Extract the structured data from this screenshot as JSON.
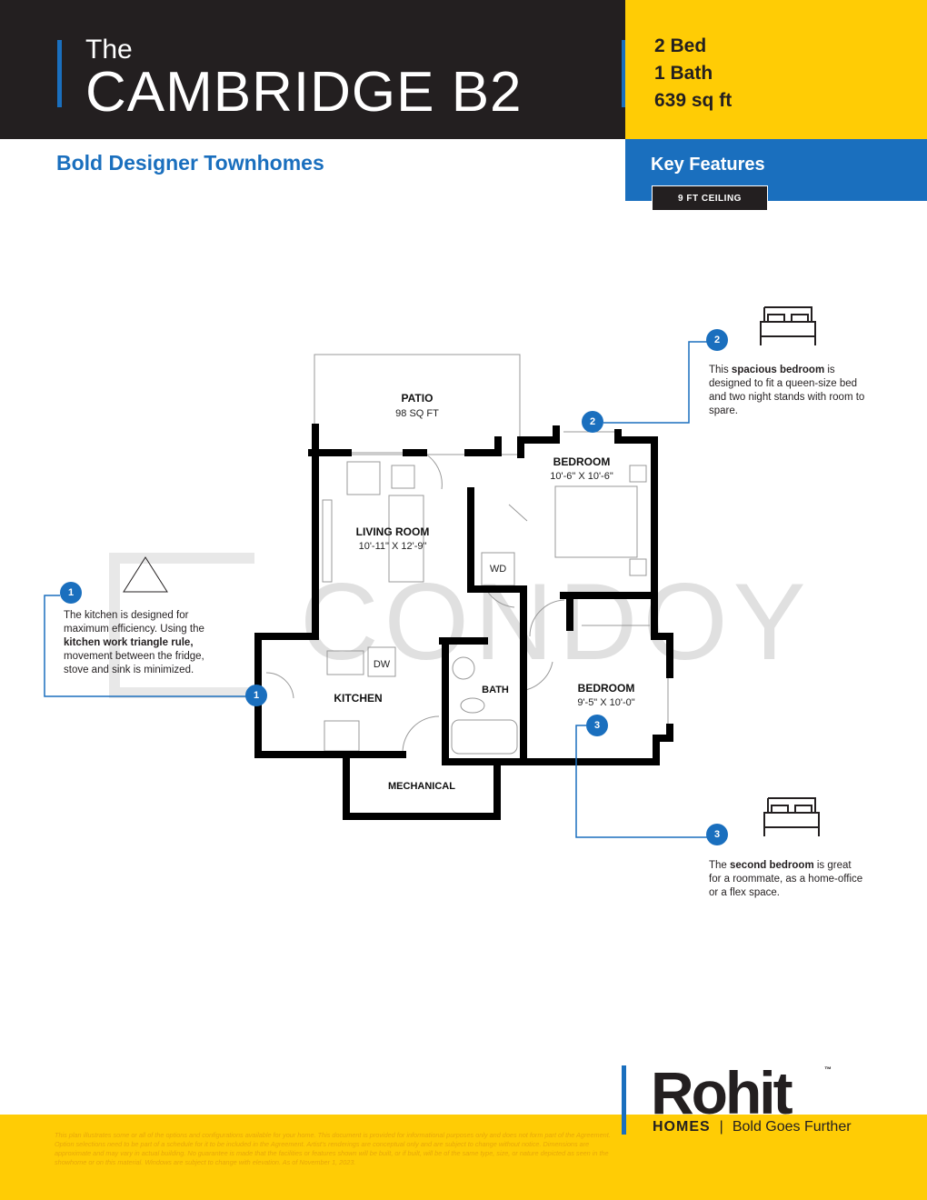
{
  "header": {
    "the": "The",
    "title": "CAMBRIDGE B2",
    "beds": "2 Bed",
    "baths": "1 Bath",
    "area": "639 sq ft"
  },
  "subtitle": "Bold Designer Townhomes",
  "key_features": {
    "label": "Key Features",
    "items": [
      "9 FT CEILING"
    ]
  },
  "floorplan": {
    "watermark": "CONDOY",
    "rooms": [
      {
        "name": "PATIO",
        "dims": "98 SQ FT"
      },
      {
        "name": "LIVING ROOM",
        "dims": "10'-11\" X 12'-9\""
      },
      {
        "name": "BEDROOM",
        "dims": "10'-6\" X 10'-6\""
      },
      {
        "name": "KITCHEN"
      },
      {
        "name": "BATH"
      },
      {
        "name": "BEDROOM",
        "dims": "9'-5\" X 10'-0\""
      },
      {
        "name": "MECHANICAL"
      }
    ],
    "appliances": {
      "wd": "WD",
      "dw": "DW"
    }
  },
  "callouts": [
    {
      "num": "1",
      "pre": "The kitchen is designed for maximum efficiency. Using the ",
      "bold": "kitchen work triangle rule,",
      "post": " movement between the fridge, stove and sink is minimized."
    },
    {
      "num": "2",
      "pre": "This ",
      "bold": "spacious bedroom",
      "post": " is designed to fit a queen-size bed and two night stands with room to spare."
    },
    {
      "num": "3",
      "pre": "The ",
      "bold": "second bedroom",
      "post": " is great for a roommate, as a home-office or a flex space."
    }
  ],
  "brand": {
    "name": "Rohit",
    "tm": "™",
    "homes": "HOMES",
    "tagline": "Bold Goes Further"
  },
  "disclaimer": "This plan illustrates some or all of the options and configurations available for your home. This document is provided for informational purposes only and does not form part of the Agreement. Option selections need to be part of a schedule for it to be included in the Agreement. Artist's renderings are conceptual only and are subject to change without notice. Dimensions are approximate and may vary in actual building. No guarantee is made that the facilities or features shown will be built, or if built, will be of the same type, size, or nature depicted as seen in the showhome or on this material. Windows are subject to change with elevation. As of November 1, 2023.",
  "colors": {
    "blue": "#1a6fbe",
    "yellow": "#ffcc05",
    "dark": "#231f20"
  }
}
